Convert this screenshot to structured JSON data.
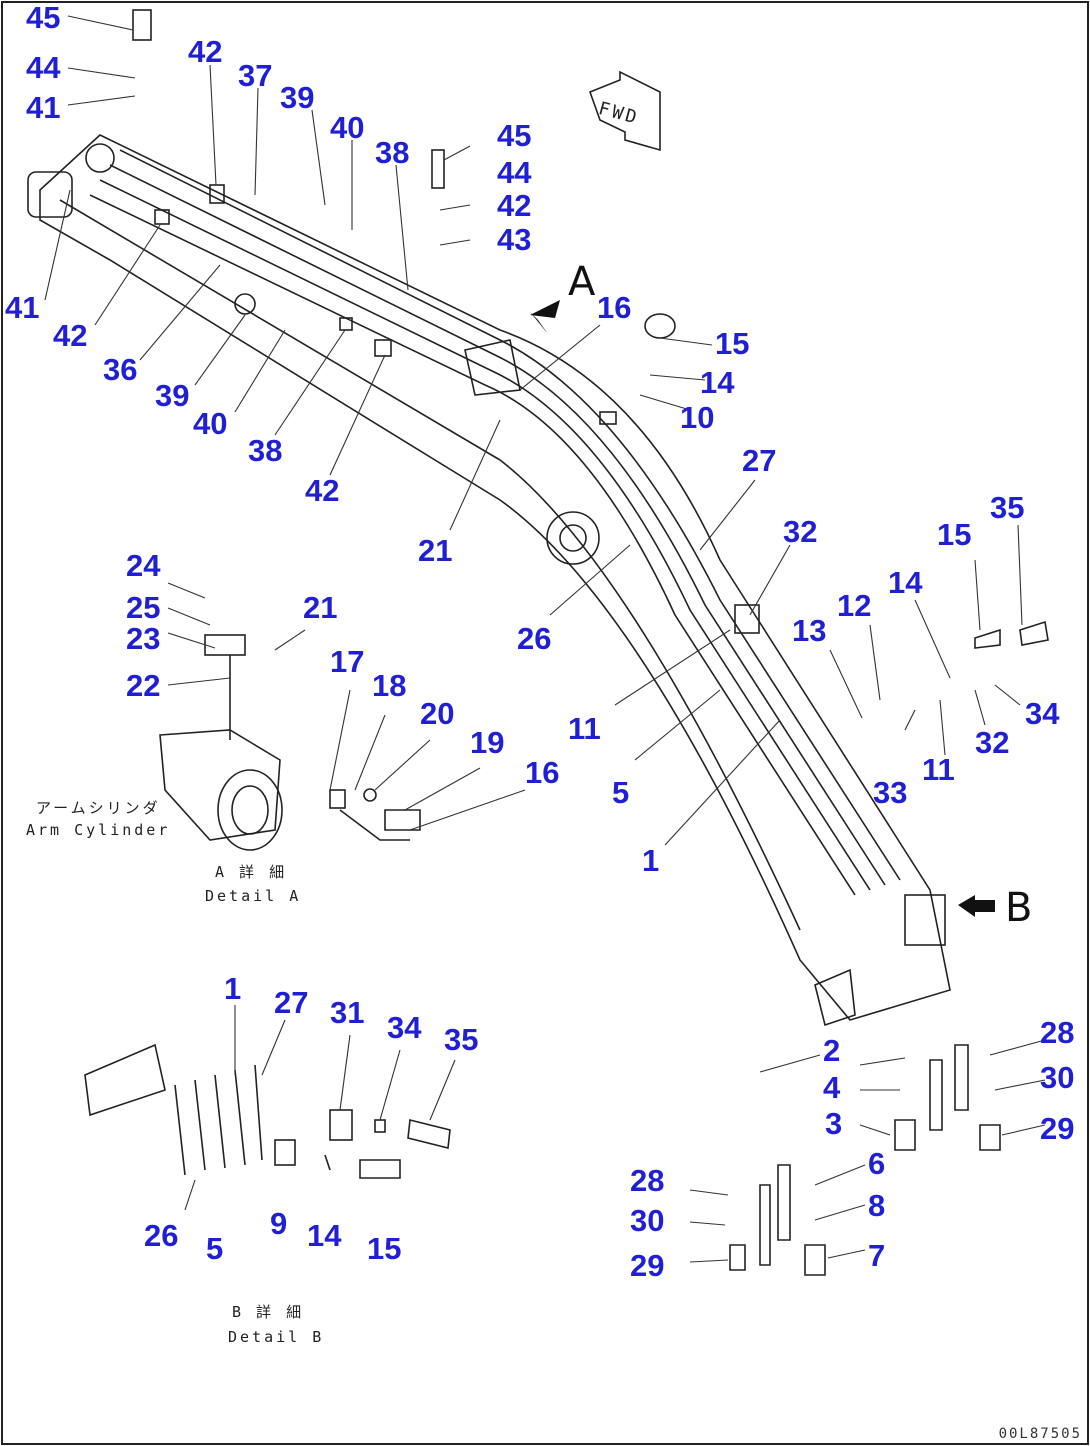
{
  "diagram": {
    "callouts": [
      "45",
      "44",
      "41",
      "42",
      "37",
      "39",
      "40",
      "38",
      "45",
      "44",
      "42",
      "43",
      "41",
      "42",
      "36",
      "39",
      "40",
      "38",
      "42",
      "16",
      "15",
      "14",
      "10",
      "21",
      "27",
      "32",
      "26",
      "11",
      "5",
      "1",
      "35",
      "15",
      "14",
      "12",
      "13",
      "34",
      "32",
      "11",
      "33",
      "24",
      "25",
      "23",
      "21",
      "22",
      "17",
      "18",
      "20",
      "19",
      "16",
      "1",
      "27",
      "31",
      "34",
      "35",
      "26",
      "5",
      "9",
      "14",
      "15",
      "2",
      "4",
      "3",
      "6",
      "8",
      "7",
      "28",
      "30",
      "29",
      "28",
      "30",
      "29"
    ],
    "detail_a_labels": {
      "arm_cylinder_jp": "アームシリンダ",
      "arm_cylinder_en": "Arm Cylinder",
      "detail_jp": "A 詳 細",
      "detail_en": "Detail A"
    },
    "detail_b_labels": {
      "detail_jp": "B 詳 細",
      "detail_en": "Detail B"
    },
    "view_letters": {
      "a": "A",
      "b": "B"
    },
    "fwd_label": "FWD",
    "drawing_code": "00L87505"
  }
}
